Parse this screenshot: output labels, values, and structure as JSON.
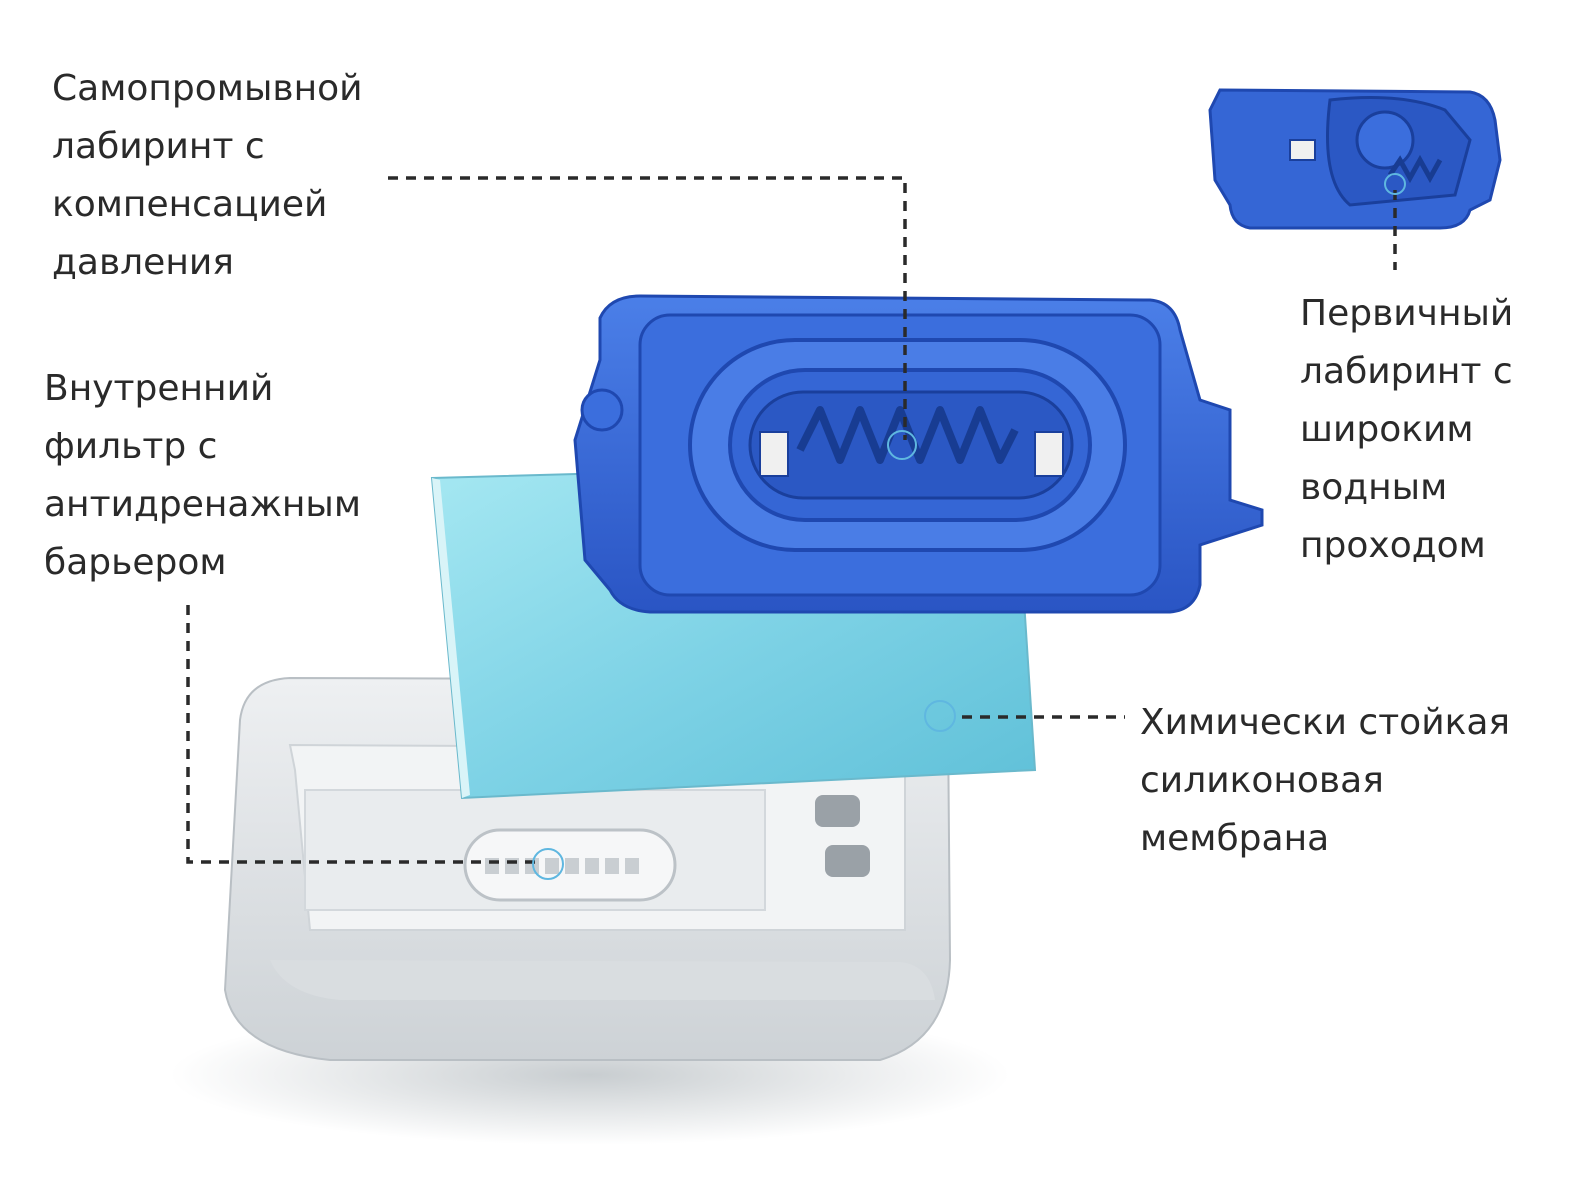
{
  "labels": {
    "self_flush": {
      "lines": [
        "Самопромывной",
        "лабиринт с",
        "компенсацией",
        "давления"
      ]
    },
    "inner_filter": {
      "lines": [
        "Внутренний",
        "фильтр с",
        "антидренажным",
        "барьером"
      ]
    },
    "primary": {
      "lines": [
        "Первичный",
        "лабиринт с",
        "широким",
        "водным",
        "проходом"
      ]
    },
    "membrane": {
      "lines": [
        "Химически стойкая",
        "силиконовая",
        "мембрана"
      ]
    }
  },
  "colors": {
    "blue_part": "#2f63d6",
    "blue_dark": "#1f48b0",
    "blue_light": "#4b7fe8",
    "membrane": "#7fd3e6",
    "housing": "#e4e7ea",
    "leader": "#2a2a2a"
  }
}
